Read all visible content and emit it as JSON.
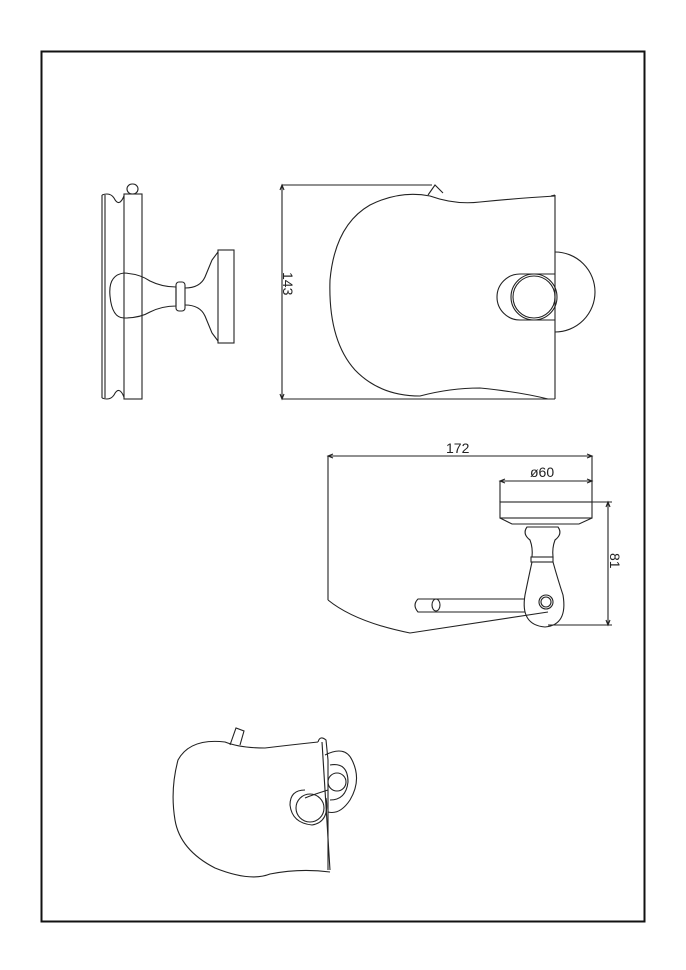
{
  "drawing": {
    "dimensions": {
      "height": "143",
      "width": "172",
      "diameter": "ø60",
      "depth": "81"
    },
    "colors": {
      "line": "#222222",
      "background": "#ffffff"
    }
  }
}
